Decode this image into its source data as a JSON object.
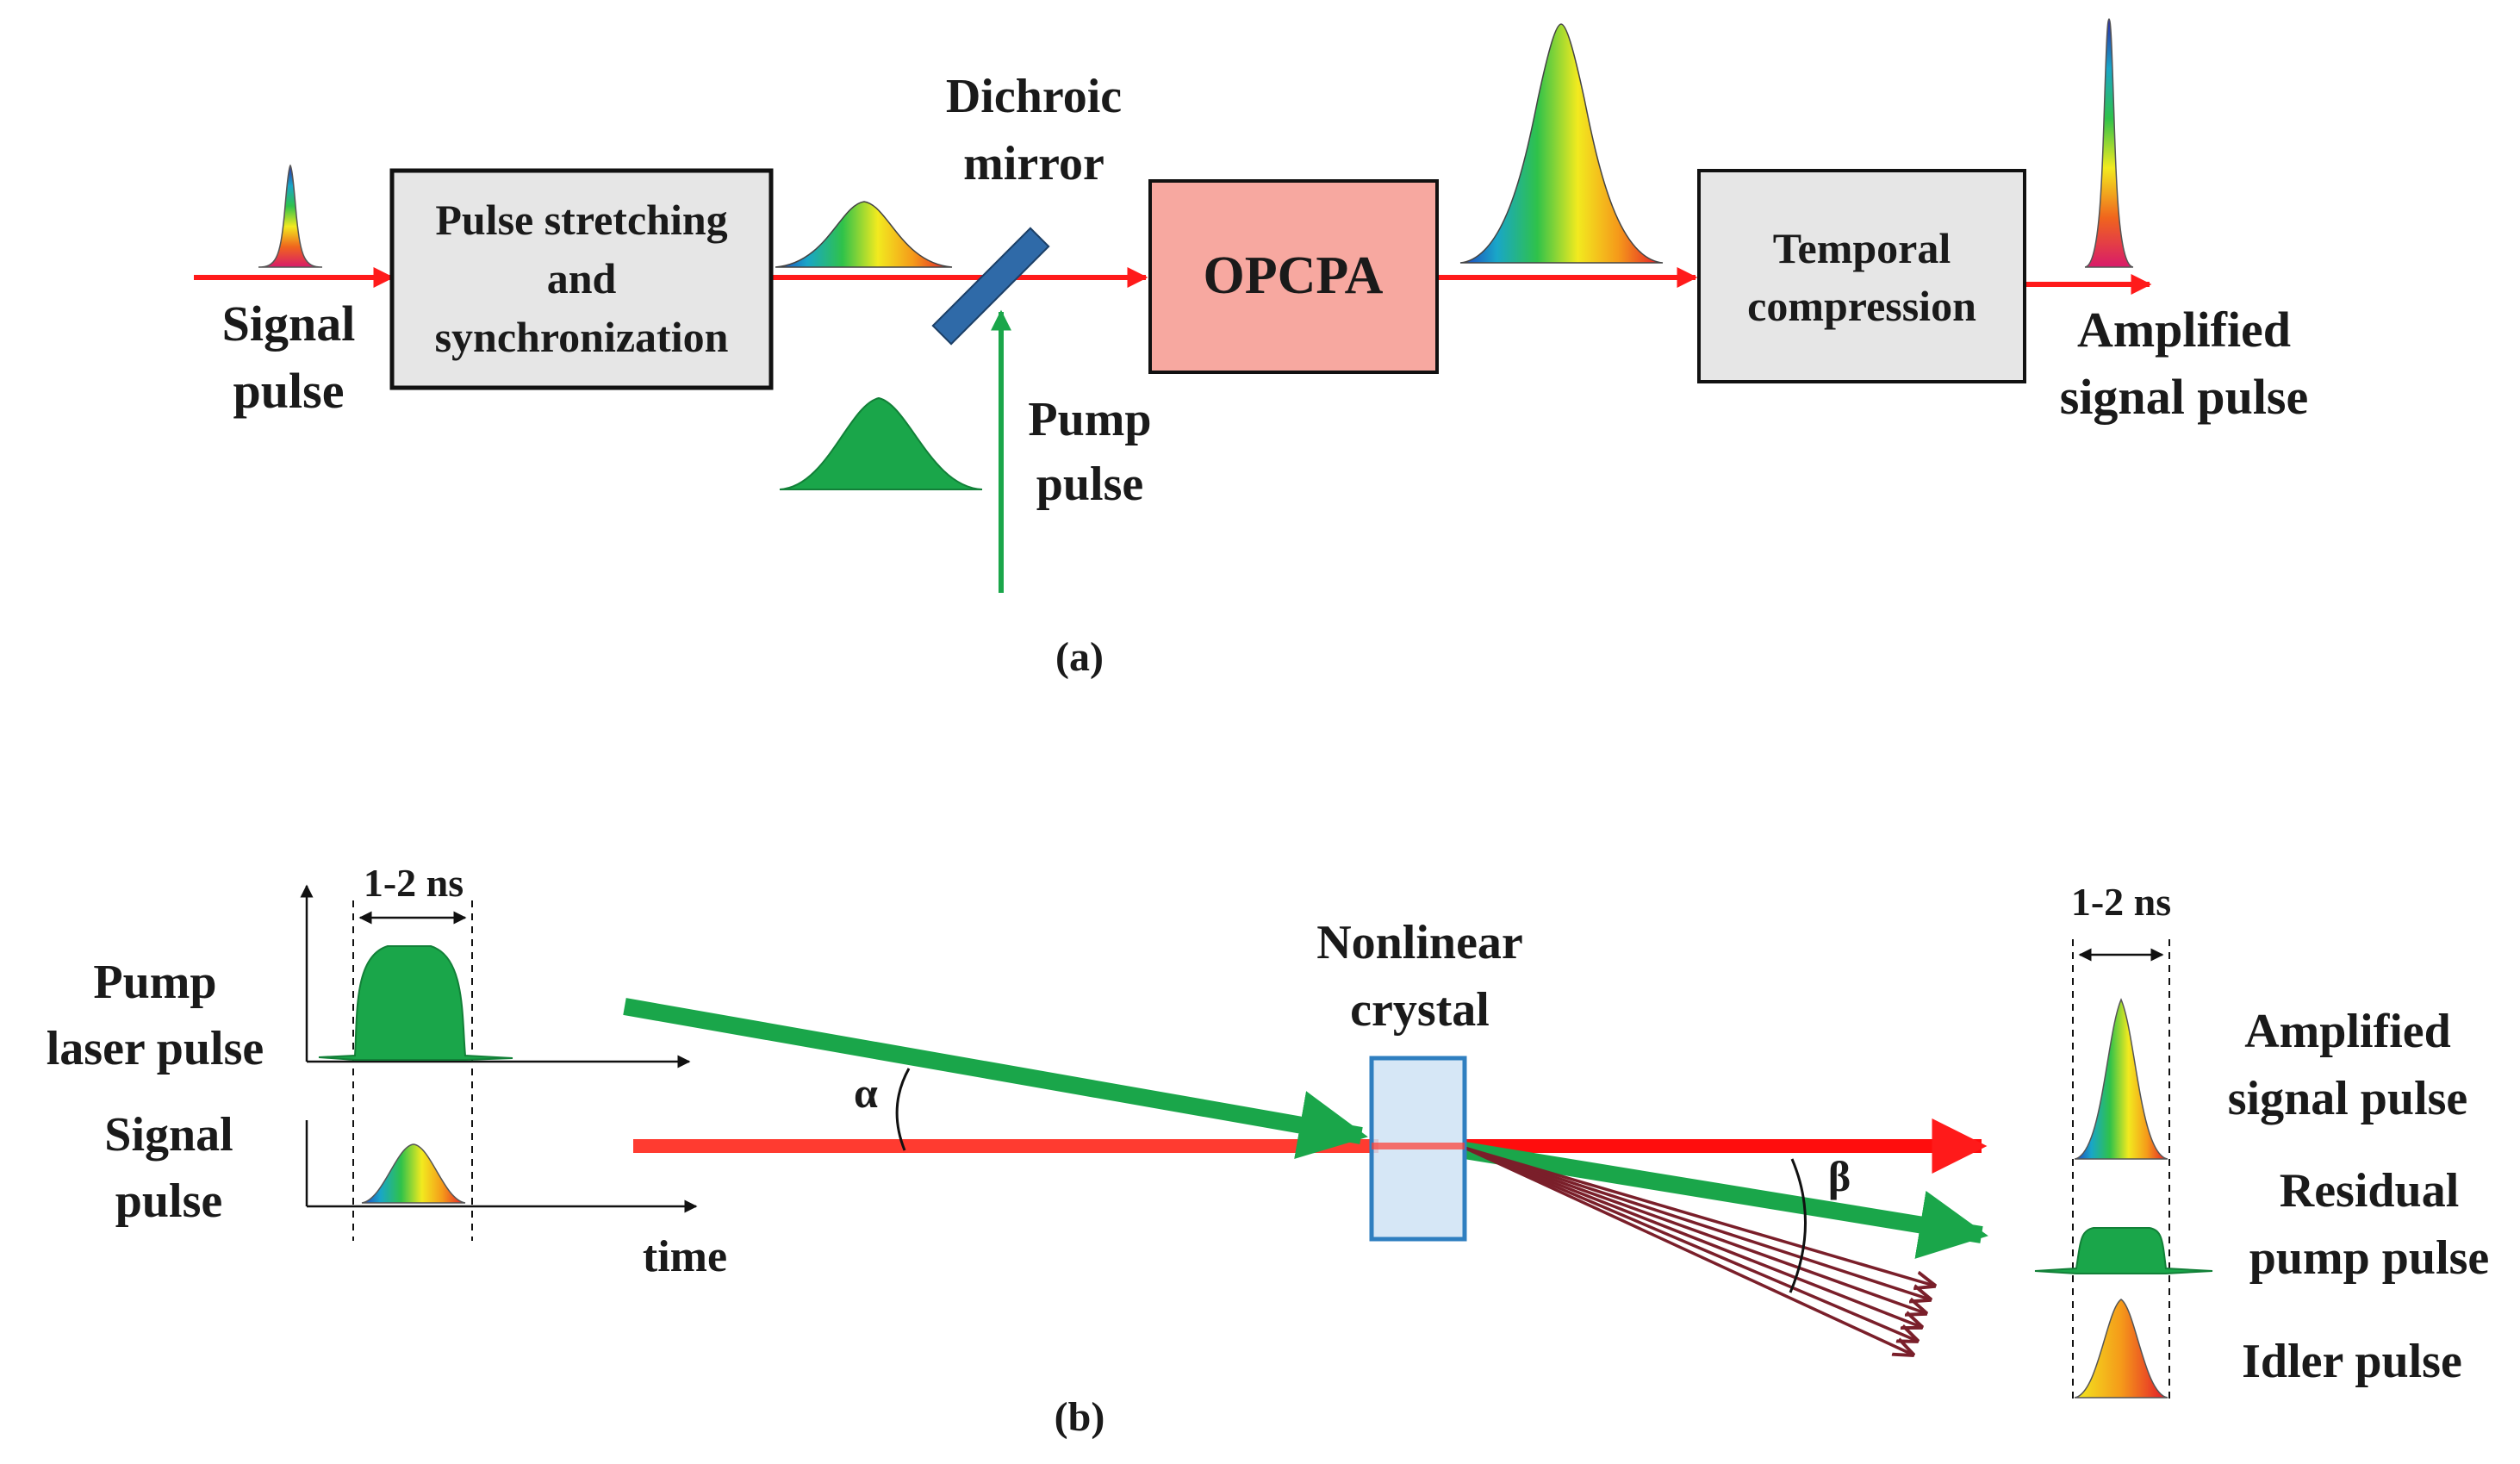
{
  "panel_a": {
    "signal_label": [
      "Signal",
      "pulse"
    ],
    "stretch_label": [
      "Pulse stretching",
      "and",
      "synchronization"
    ],
    "dichroic_label": [
      "Dichroic",
      "mirror"
    ],
    "opcpa_label": "OPCPA",
    "pump_label": [
      "Pump",
      "pulse"
    ],
    "compress_label": [
      "Temporal",
      "compression"
    ],
    "amplified_label": [
      "Amplified",
      "signal pulse"
    ],
    "caption": "(a)"
  },
  "panel_b": {
    "duration_left": "1-2 ns",
    "pump_laser_label": [
      "Pump",
      "laser pulse"
    ],
    "signal_label": [
      "Signal",
      "pulse"
    ],
    "time_label": "time",
    "alpha": "α",
    "beta": "β",
    "crystal_label": [
      "Nonlinear",
      "crystal"
    ],
    "duration_right": "1-2 ns",
    "amplified_label": [
      "Amplified",
      "signal pulse"
    ],
    "residual_label": [
      "Residual",
      "pump pulse"
    ],
    "idler_label": "Idler pulse",
    "caption": "(b)"
  },
  "colors": {
    "signal_beam": "#ff1a1a",
    "pump_beam": "#1aa64a",
    "idler_beam": "#7a1f2a",
    "opcpa_fill": "#f7a8a0",
    "box_fill": "#e6e6e6",
    "crystal_fill": "#cfe3f5",
    "crystal_stroke": "#2f7fc0",
    "mirror_fill": "#2f6aa8"
  }
}
